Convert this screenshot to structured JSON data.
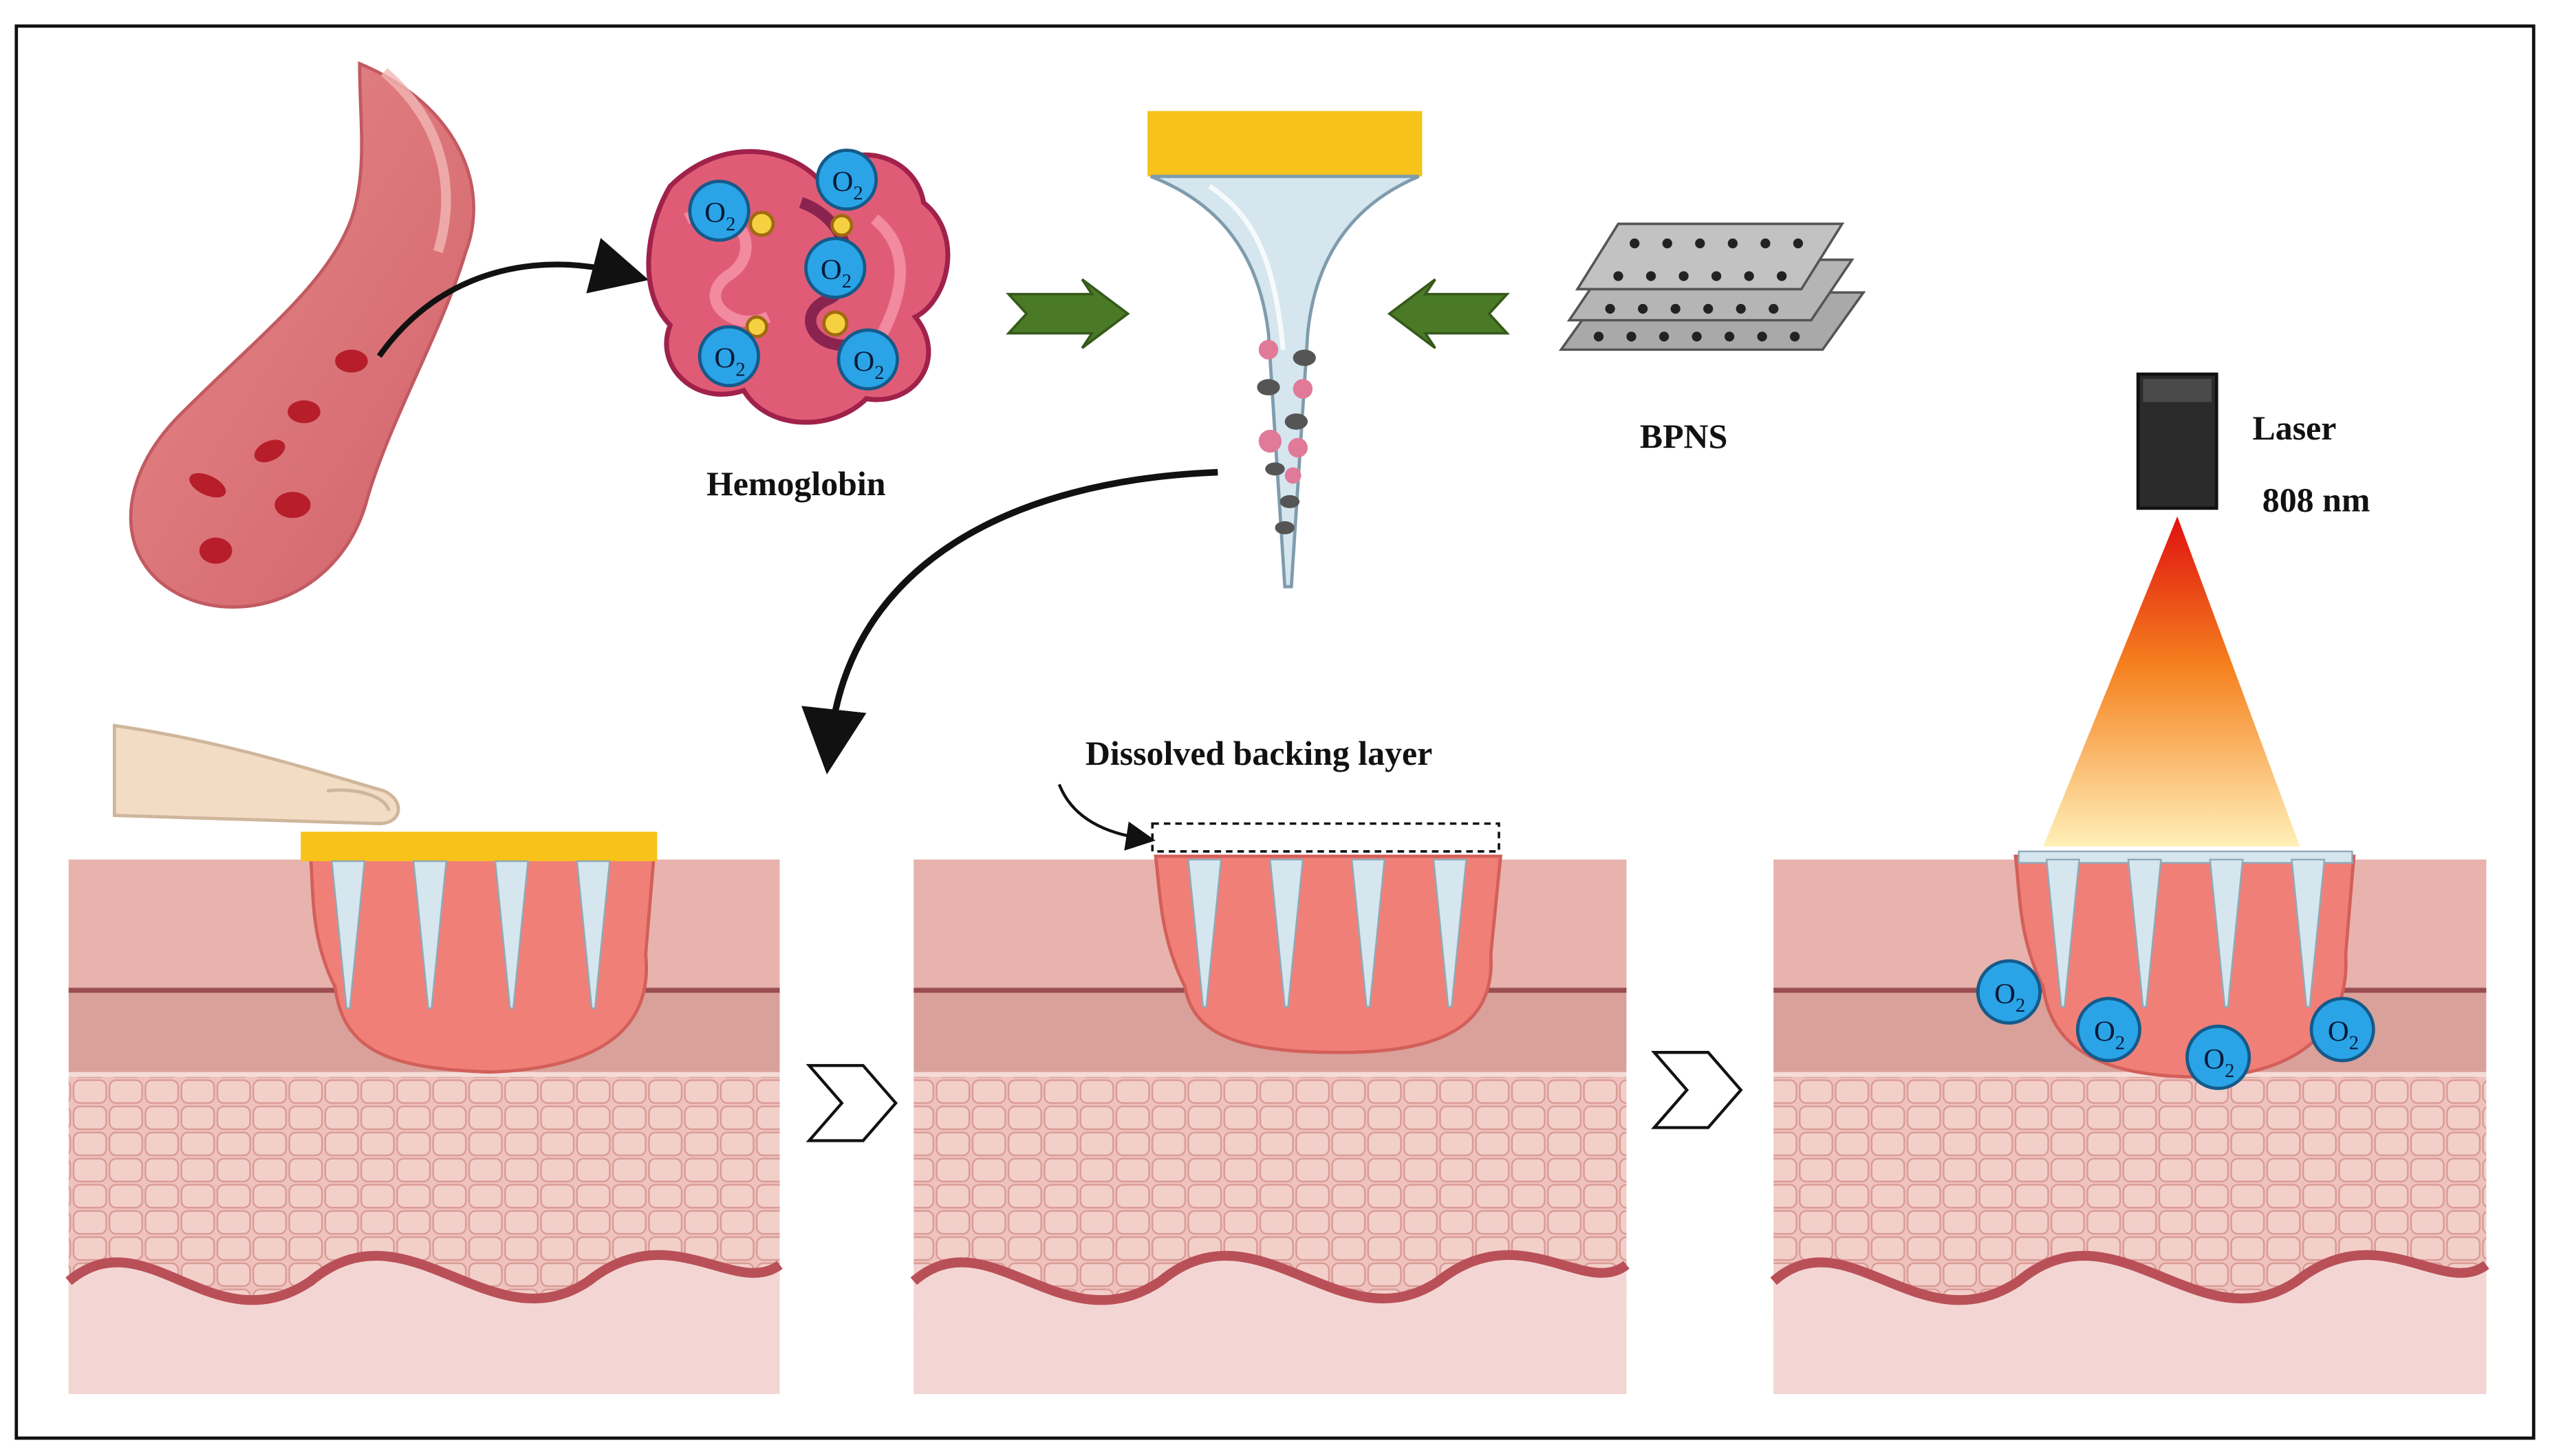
{
  "labels": {
    "hemoglobin": "Hemoglobin",
    "bpns": "BPNS",
    "dissolved_backing_layer": "Dissolved backing layer",
    "laser": "Laser",
    "wavelength": "808 nm",
    "o2_symbol": "O",
    "o2_subscript": "2"
  },
  "colors": {
    "backing_layer": "#f7c21a",
    "needle": "#d5e6ef",
    "hemoglobin_coil": "#d9506e",
    "oxygen": "#2aa4e6",
    "skin_top": "#e7b3ac",
    "dermis": "#c97f7a",
    "wound": "#f08077",
    "bpns_sheet": "#a9a9a9",
    "arrow_green": "#4a7a26",
    "border": "#111111"
  },
  "icons": [
    "blood-vessel-icon",
    "hemoglobin-icon",
    "microneedle-icon",
    "bpns-icon",
    "finger-icon",
    "laser-device-icon",
    "laser-beam-icon",
    "chevron-right-icon"
  ]
}
